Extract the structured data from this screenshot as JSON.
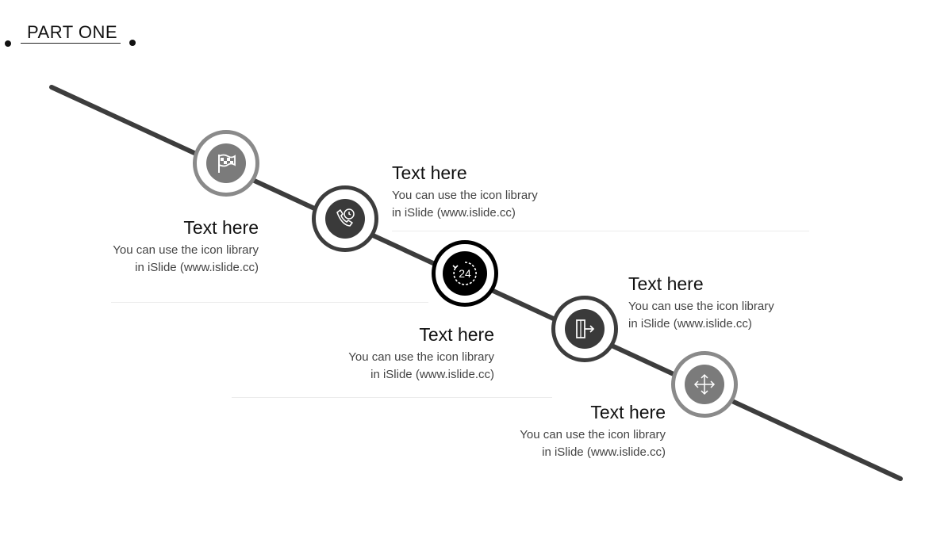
{
  "header": {
    "title": "PART ONE"
  },
  "steps": [
    {
      "title": "Text here",
      "line1": "You can use the icon library",
      "line2": "in iSlide  (www.islide.cc)",
      "icon": "flag-icon"
    },
    {
      "title": "Text here",
      "line1": "You can use the icon library",
      "line2": "in iSlide  (www.islide.cc)",
      "icon": "phone-clock-icon"
    },
    {
      "title": "Text here",
      "line1": "You can use the icon library",
      "line2": "in iSlide  (www.islide.cc)",
      "icon": "24-hours-icon",
      "icon_text": "24"
    },
    {
      "title": "Text here",
      "line1": "You can use the icon library",
      "line2": "in iSlide  (www.islide.cc)",
      "icon": "exit-door-icon"
    },
    {
      "title": "Text here",
      "line1": "You can use the icon library",
      "line2": "in iSlide  (www.islide.cc)",
      "icon": "move-arrows-icon"
    }
  ],
  "colors": {
    "line": "#3d3d3d",
    "light": "#7b7b7b",
    "dark": "#3a3a3a",
    "black": "#000000"
  }
}
